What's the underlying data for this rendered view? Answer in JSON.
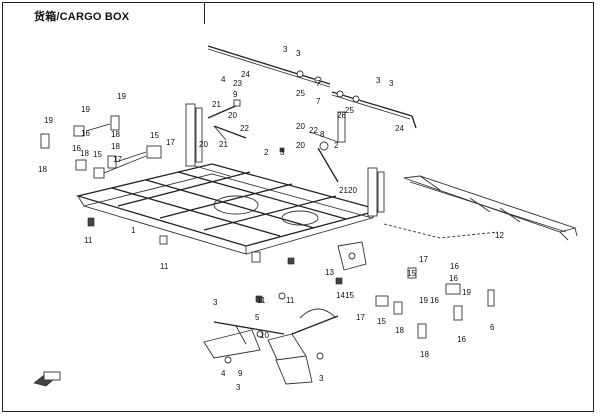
{
  "title": "货箱/CARGO BOX",
  "labels": [
    {
      "id": "l-3a",
      "text": "3"
    },
    {
      "id": "l-3b",
      "text": "3"
    },
    {
      "id": "l-24a",
      "text": "24"
    },
    {
      "id": "l-4a",
      "text": "4"
    },
    {
      "id": "l-23",
      "text": "23"
    },
    {
      "id": "l-25a",
      "text": "25"
    },
    {
      "id": "l-7a",
      "text": "7"
    },
    {
      "id": "l-7b",
      "text": "7"
    },
    {
      "id": "l-3c",
      "text": "3"
    },
    {
      "id": "l-3d",
      "text": "3"
    },
    {
      "id": "l-25b",
      "text": "25"
    },
    {
      "id": "l-24b",
      "text": "24"
    },
    {
      "id": "l-9a",
      "text": "9"
    },
    {
      "id": "l-21a",
      "text": "21"
    },
    {
      "id": "l-22a",
      "text": "22"
    },
    {
      "id": "l-20a",
      "text": "20"
    },
    {
      "id": "l-19a",
      "text": "19"
    },
    {
      "id": "l-19b",
      "text": "19"
    },
    {
      "id": "l-19c",
      "text": "19"
    },
    {
      "id": "l-16a",
      "text": "16"
    },
    {
      "id": "l-18a",
      "text": "18"
    },
    {
      "id": "l-15a",
      "text": "15"
    },
    {
      "id": "l-18b",
      "text": "18"
    },
    {
      "id": "l-17a",
      "text": "17"
    },
    {
      "id": "l-18c",
      "text": "18"
    },
    {
      "id": "l-16b",
      "text": "16"
    },
    {
      "id": "l-18d",
      "text": "18"
    },
    {
      "id": "l-15b",
      "text": "15"
    },
    {
      "id": "l-17b",
      "text": "17"
    },
    {
      "id": "l-20b",
      "text": "20"
    },
    {
      "id": "l-21b",
      "text": "21"
    },
    {
      "id": "l-2a",
      "text": "2"
    },
    {
      "id": "l-3e",
      "text": "3"
    },
    {
      "id": "l-20c",
      "text": "20"
    },
    {
      "id": "l-22b",
      "text": "22"
    },
    {
      "id": "l-26",
      "text": "26"
    },
    {
      "id": "l-20d",
      "text": "20"
    },
    {
      "id": "l-8",
      "text": "8"
    },
    {
      "id": "l-2b",
      "text": "2"
    },
    {
      "id": "l-21c",
      "text": "21"
    },
    {
      "id": "l-20e",
      "text": "20"
    },
    {
      "id": "l-11a",
      "text": "11"
    },
    {
      "id": "l-1",
      "text": "1"
    },
    {
      "id": "l-11b",
      "text": "11"
    },
    {
      "id": "l-12",
      "text": "12"
    },
    {
      "id": "l-13",
      "text": "13"
    },
    {
      "id": "l-14",
      "text": "14"
    },
    {
      "id": "l-15c",
      "text": "15"
    },
    {
      "id": "l-11c",
      "text": "11"
    },
    {
      "id": "l-11d",
      "text": "11"
    },
    {
      "id": "l-17c",
      "text": "17"
    },
    {
      "id": "l-16c",
      "text": "16"
    },
    {
      "id": "l-15d",
      "text": "15"
    },
    {
      "id": "l-16d",
      "text": "16"
    },
    {
      "id": "l-17d",
      "text": "17"
    },
    {
      "id": "l-15e",
      "text": "15"
    },
    {
      "id": "l-19d",
      "text": "19"
    },
    {
      "id": "l-19e",
      "text": "19"
    },
    {
      "id": "l-16e",
      "text": "16"
    },
    {
      "id": "l-18e",
      "text": "18"
    },
    {
      "id": "l-18f",
      "text": "18"
    },
    {
      "id": "l-16f",
      "text": "16"
    },
    {
      "id": "l-6",
      "text": "6"
    },
    {
      "id": "l-3f",
      "text": "3"
    },
    {
      "id": "l-5",
      "text": "5"
    },
    {
      "id": "l-10",
      "text": "10"
    },
    {
      "id": "l-4b",
      "text": "4"
    },
    {
      "id": "l-9b",
      "text": "9"
    },
    {
      "id": "l-3g",
      "text": "3"
    },
    {
      "id": "l-3h",
      "text": "3"
    }
  ]
}
